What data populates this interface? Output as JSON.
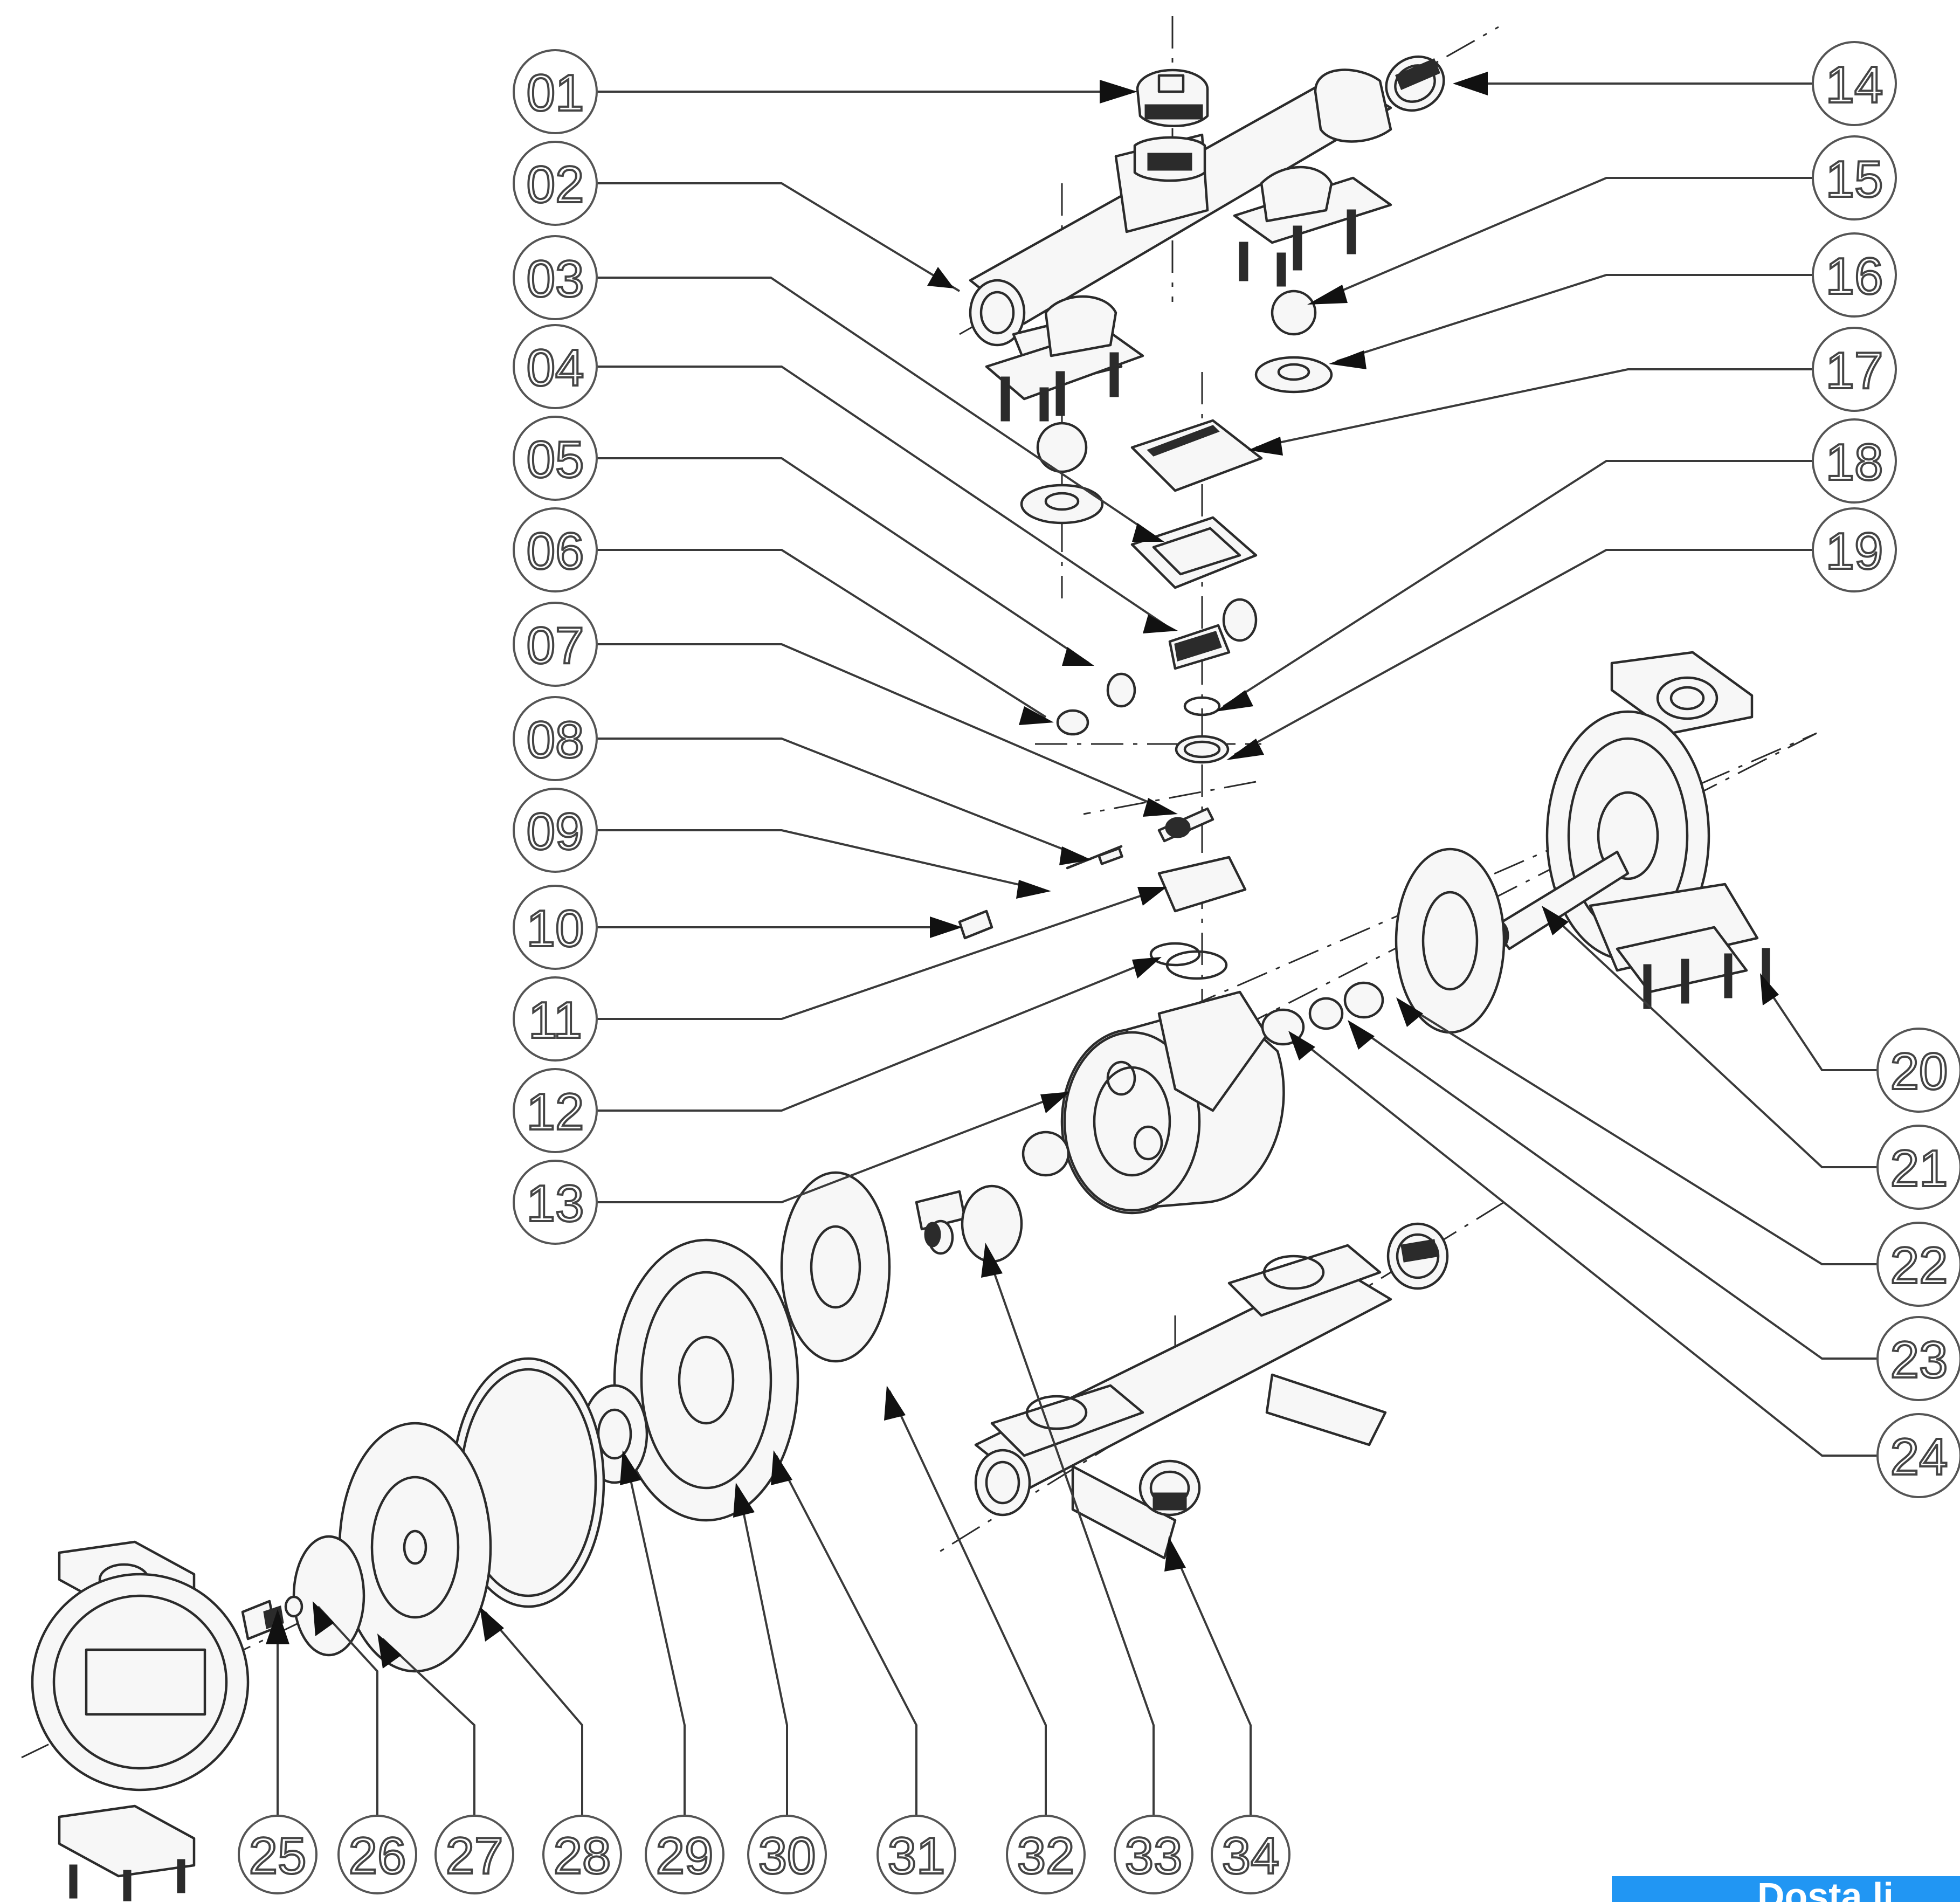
{
  "diagram": {
    "callouts_left": [
      "01",
      "02",
      "03",
      "04",
      "05",
      "06",
      "07",
      "08",
      "09",
      "10",
      "11",
      "12",
      "13"
    ],
    "callouts_right": [
      "14",
      "15",
      "16",
      "17",
      "18",
      "19"
    ],
    "callouts_lower_right": [
      "20",
      "21",
      "22",
      "23",
      "24"
    ],
    "callouts_bottom": [
      "25",
      "26",
      "27",
      "28",
      "29",
      "30",
      "31",
      "32",
      "33",
      "34"
    ]
  },
  "corner_tab": {
    "text": "Dosta li",
    "color": "#2196f3"
  }
}
